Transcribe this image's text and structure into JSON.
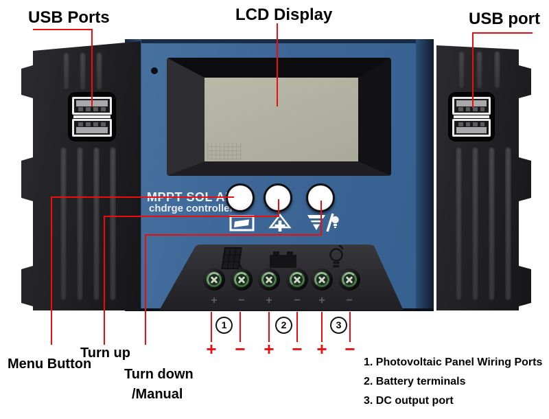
{
  "callouts": {
    "usb_left": "USB Ports",
    "lcd": "LCD Display",
    "usb_right": "USB port",
    "menu": "Menu Button",
    "turn_up": "Turn up",
    "turn_down": "Turn down",
    "manual": "/Manual"
  },
  "device": {
    "brand_line1": "MPPT SOL AR",
    "brand_line2": "chdrge controller",
    "terminal_marks": [
      "+",
      "−",
      "+",
      "−",
      "+",
      "−"
    ]
  },
  "wiring": {
    "numbers": [
      "1",
      "2",
      "3"
    ],
    "polarity": [
      "+",
      "−",
      "+",
      "−",
      "+",
      "−"
    ]
  },
  "legend": {
    "items": [
      "1. Photovoltaic Panel Wiring Ports",
      "2. Battery terminals",
      "3. DC output port"
    ]
  },
  "icons": {
    "button_icons": [
      "battery-mode-icon",
      "up-arrow-plus-icon",
      "down-arrow-light-icon"
    ],
    "terminal_icons": [
      "solar-panel-icon",
      "battery-icon",
      "lamp-icon"
    ]
  },
  "colors": {
    "accent_red": "#ee0d0d",
    "body_blue": "#3d6697",
    "cap_black": "#202023",
    "screen_gray_green": "#b0b1a1"
  }
}
